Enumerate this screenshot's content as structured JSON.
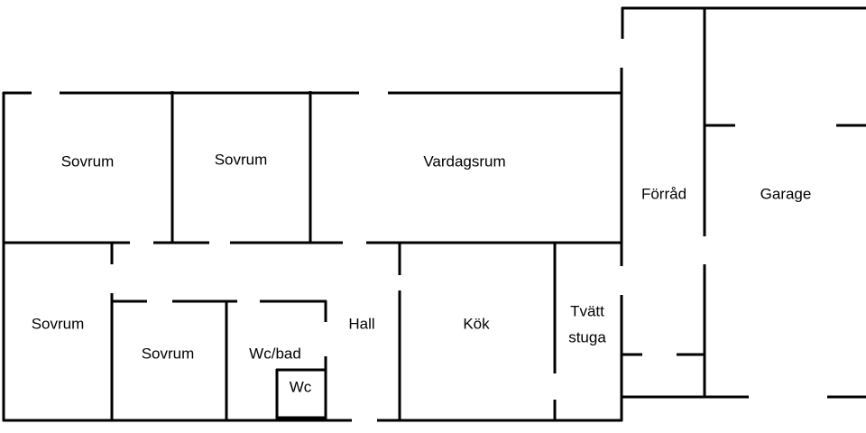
{
  "floor_plan": {
    "rooms": {
      "sovrum_1": "Sovrum",
      "sovrum_2": "Sovrum",
      "vardagsrum": "Vardagsrum",
      "forrad": "Förråd",
      "garage": "Garage",
      "sovrum_3": "Sovrum",
      "sovrum_4": "Sovrum",
      "wc_bad": "Wc/bad",
      "wc": "Wc",
      "hall": "Hall",
      "kok": "Kök",
      "tvattstuga_line1": "Tvätt",
      "tvattstuga_line2": "stuga"
    },
    "colors": {
      "wall": "#000000",
      "background": "#ffffff",
      "text": "#000000"
    }
  }
}
